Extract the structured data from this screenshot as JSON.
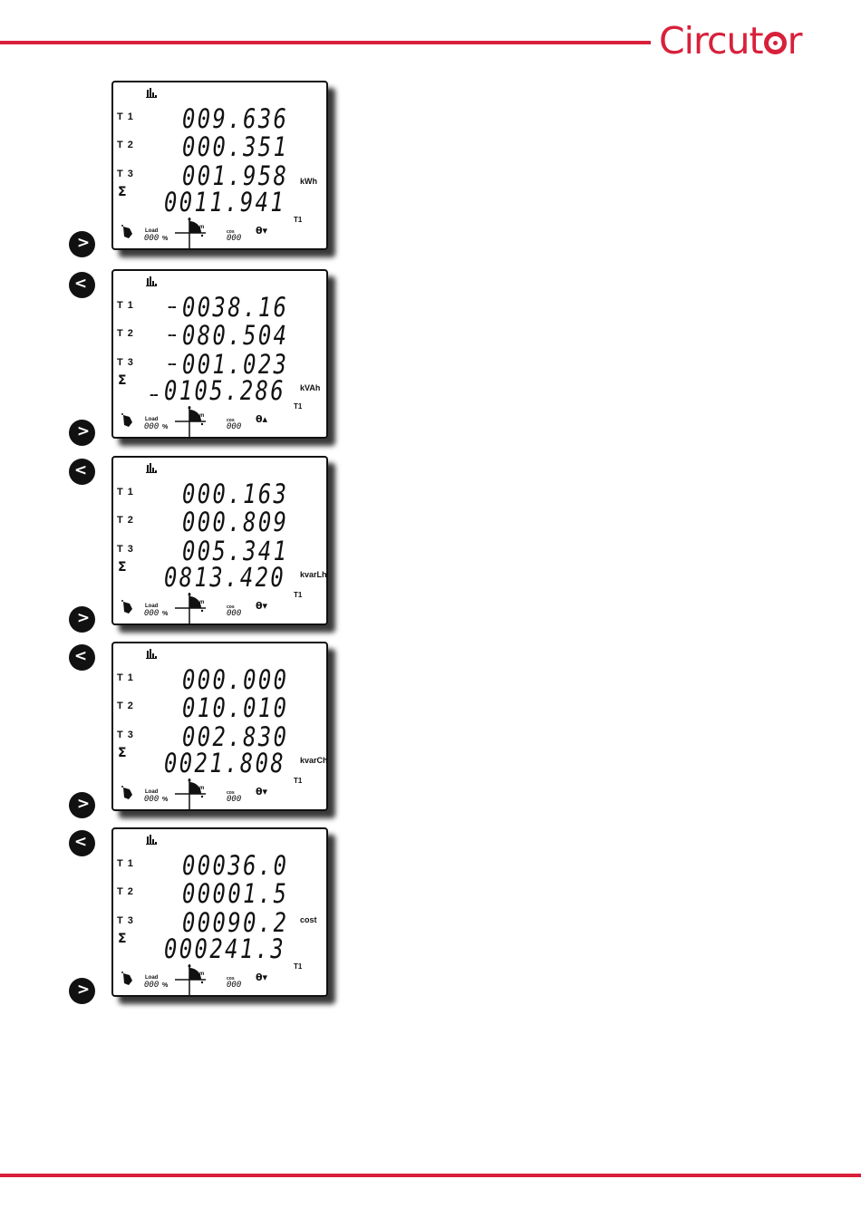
{
  "header": {
    "logo_pre": "Circut",
    "logo_post": "r",
    "accent_color": "#d8203a"
  },
  "screens": [
    {
      "rows": [
        {
          "label": "T 1",
          "value": "009.636",
          "negative": false
        },
        {
          "label": "T 2",
          "value": "000.351",
          "negative": false
        },
        {
          "label": "T 3",
          "value": "001.958",
          "negative": false
        }
      ],
      "total": {
        "value": "0011.941",
        "negative": false
      },
      "unit": "kWh",
      "tariff": "T1",
      "load_label": "Load",
      "load_value": "000",
      "load_unit": "%",
      "cos_label": "cos",
      "cos_value": "000",
      "thermo": "θ▾",
      "icons": [
        "bar-chart-icon",
        "load-gauge-icon",
        "quadrant-icon",
        "thermometer-icon"
      ],
      "nav": {
        "left": false,
        "right": true
      }
    },
    {
      "rows": [
        {
          "label": "T 1",
          "value": "0038.16",
          "negative": true
        },
        {
          "label": "T 2",
          "value": "080.504",
          "negative": true
        },
        {
          "label": "T 3",
          "value": "001.023",
          "negative": true
        }
      ],
      "total": {
        "value": "0105.286",
        "negative": true
      },
      "unit": "kVAh",
      "tariff": "T1",
      "load_label": "Load",
      "load_value": "000",
      "load_unit": "%",
      "cos_label": "cos",
      "cos_value": "000",
      "thermo": "θ▴",
      "icons": [
        "bar-chart-icon",
        "load-gauge-icon",
        "quadrant-icon",
        "thermometer-icon"
      ],
      "nav": {
        "left": true,
        "right": true
      }
    },
    {
      "rows": [
        {
          "label": "T 1",
          "value": "000.163",
          "negative": false
        },
        {
          "label": "T 2",
          "value": "000.809",
          "negative": false
        },
        {
          "label": "T 3",
          "value": "005.341",
          "negative": false
        }
      ],
      "total": {
        "value": "0813.420",
        "negative": false
      },
      "unit": "kvarLh",
      "tariff": "T1",
      "load_label": "Load",
      "load_value": "000",
      "load_unit": "%",
      "cos_label": "cos",
      "cos_value": "000",
      "thermo": "θ▾",
      "icons": [
        "bar-chart-icon",
        "load-gauge-icon",
        "quadrant-icon",
        "thermometer-icon"
      ],
      "nav": {
        "left": true,
        "right": true
      }
    },
    {
      "rows": [
        {
          "label": "T 1",
          "value": "000.000",
          "negative": false
        },
        {
          "label": "T 2",
          "value": "010.010",
          "negative": false
        },
        {
          "label": "T 3",
          "value": "002.830",
          "negative": false
        }
      ],
      "total": {
        "value": "0021.808",
        "negative": false
      },
      "unit": "kvarCh",
      "tariff": "T1",
      "load_label": "Load",
      "load_value": "000",
      "load_unit": "%",
      "cos_label": "cos",
      "cos_value": "000",
      "thermo": "θ▾",
      "icons": [
        "bar-chart-icon",
        "load-gauge-icon",
        "quadrant-icon",
        "thermometer-icon"
      ],
      "nav": {
        "left": true,
        "right": true
      }
    },
    {
      "rows": [
        {
          "label": "T 1",
          "value": "00036.0",
          "negative": false
        },
        {
          "label": "T 2",
          "value": "00001.5",
          "negative": false
        },
        {
          "label": "T 3",
          "value": "00090.2",
          "negative": false
        }
      ],
      "total": {
        "value": "000241.3",
        "negative": false
      },
      "unit": "cost",
      "tariff": "T1",
      "load_label": "Load",
      "load_value": "000",
      "load_unit": "%",
      "cos_label": "cos",
      "cos_value": "000",
      "thermo": "θ▾",
      "icons": [
        "bar-chart-icon",
        "load-gauge-icon",
        "quadrant-icon",
        "thermometer-icon"
      ],
      "nav": {
        "left": true,
        "right": true
      }
    }
  ]
}
